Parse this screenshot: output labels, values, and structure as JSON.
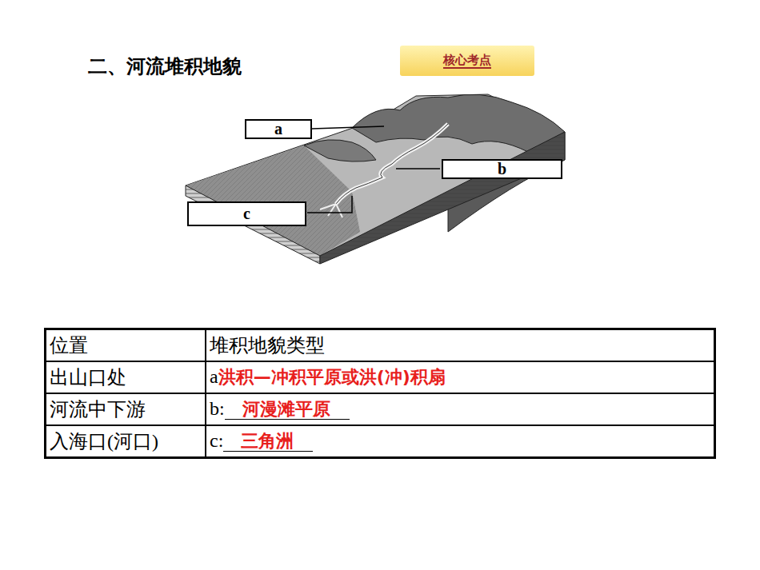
{
  "diagram": {
    "title": "二、河流堆积地貌",
    "nodes": [
      {
        "text": [
          "核心考点"
        ]
      },
      {
        "text": [
          "a"
        ]
      },
      {
        "text": [
          "b"
        ]
      },
      {
        "text": [
          "c"
        ]
      }
    ],
    "labels": [
      "位置",
      "堆积地貌类型",
      "出山口处",
      "a",
      "洪积—冲积平原或洪(冲)积扇",
      "河流中下游",
      "b:",
      "河漫滩平原",
      "入海口(河口)",
      "c:",
      "三角洲"
    ]
  }
}
